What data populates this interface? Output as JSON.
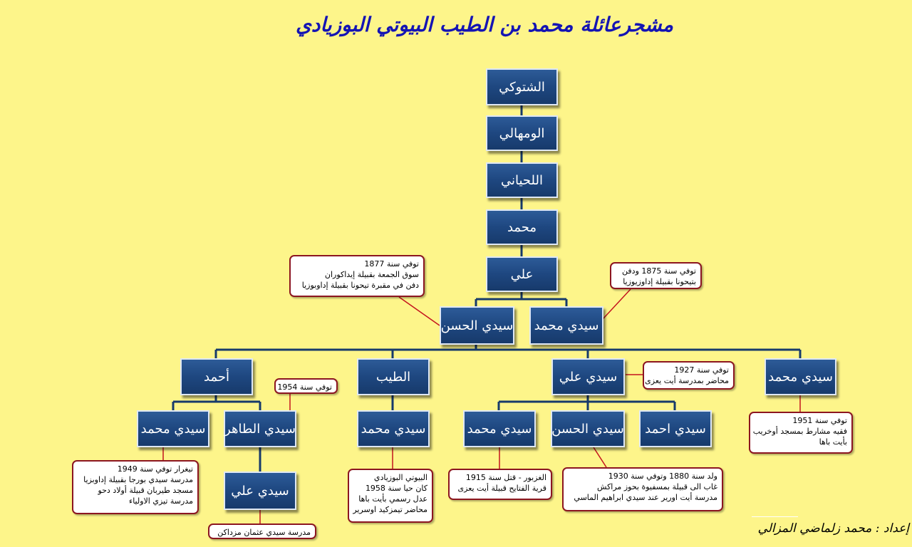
{
  "title": "مشجرعائلة محمد بن الطيب البيوتي البوزيادي",
  "credit": "إعداد : محمد زلماضي المزالي",
  "nodes": {
    "shtouki": "الشتوكي",
    "wamhali": "الومهالي",
    "lahyani": "اللحياني",
    "mohamed": "محمد",
    "ali": "علي",
    "sidi_hassan": "سيدي الحسن",
    "sidi_mohamed_a": "سيدي محمد",
    "ahmed": "أحمد",
    "tayeb": "الطيب",
    "sidi_ali_b": "سيدي علي",
    "sidi_mohamed_b": "سيدي محمد",
    "sidi_mohamed_c": "سيدي محمد",
    "sidi_taher": "سيدي الطاهر",
    "sidi_mohamed_d": "سيدي محمد",
    "sidi_mohamed_e": "سيدي محمد",
    "sidi_hassan_b": "سيدي الحسن",
    "sidi_ahmed": "سيدي احمد",
    "sidi_ali_c": "سيدي علي"
  },
  "notes": {
    "sidi_hassan": [
      "توفي سنة 1877",
      "سوق الجمعة بقبيلة إيداكوران",
      "دفن في مقبرة تيحونا بقبيلة إداوبوزيا"
    ],
    "sidi_mohamed_a": [
      "توفي سنة 1875 ودفن",
      "بتيحونا بقبيلة إداوزيوزيا"
    ],
    "sidi_ali_b": [
      "توفي سنة 1927",
      "محاضر بمدرسة أيت يعزى"
    ],
    "sidi_taher": [
      "توفي سنة 1954"
    ],
    "sidi_mohamed_b": [
      "توفي سنة 1951",
      "فقيه مشارط بمسجد أوخريب",
      "بأيت باها"
    ],
    "sidi_mohamed_c": [
      "تيغرار توفي سنة 1949",
      "مدرسة سيدي بورجا بقبيلة إداوبزيا",
      "مسجد طيربان قبيلة أولاد دحو",
      "مدرسة تيزي الاولياء"
    ],
    "sidi_mohamed_d": [
      "البيوتي البوزيادي",
      "كان حيا سنة 1958",
      "عدل رسمي بأيت باها",
      "محاضر تيمزكيد اوسرير"
    ],
    "sidi_mohamed_e": [
      "الغزبور - قتل سنة 1915",
      "قرية الفتايح قبيلة أيت يعزى"
    ],
    "sidi_hassan_b": [
      "ولد سنة 1880 وتوفي سنة 1930",
      "غاب الى قبيلة بمسفيوة بحوز مراكش",
      "مدرسة أيت اورير عند سيدي ابراهيم الماسي"
    ],
    "sidi_ali_c": [
      "مدرسة سيدي عثمان مزداكن"
    ]
  }
}
